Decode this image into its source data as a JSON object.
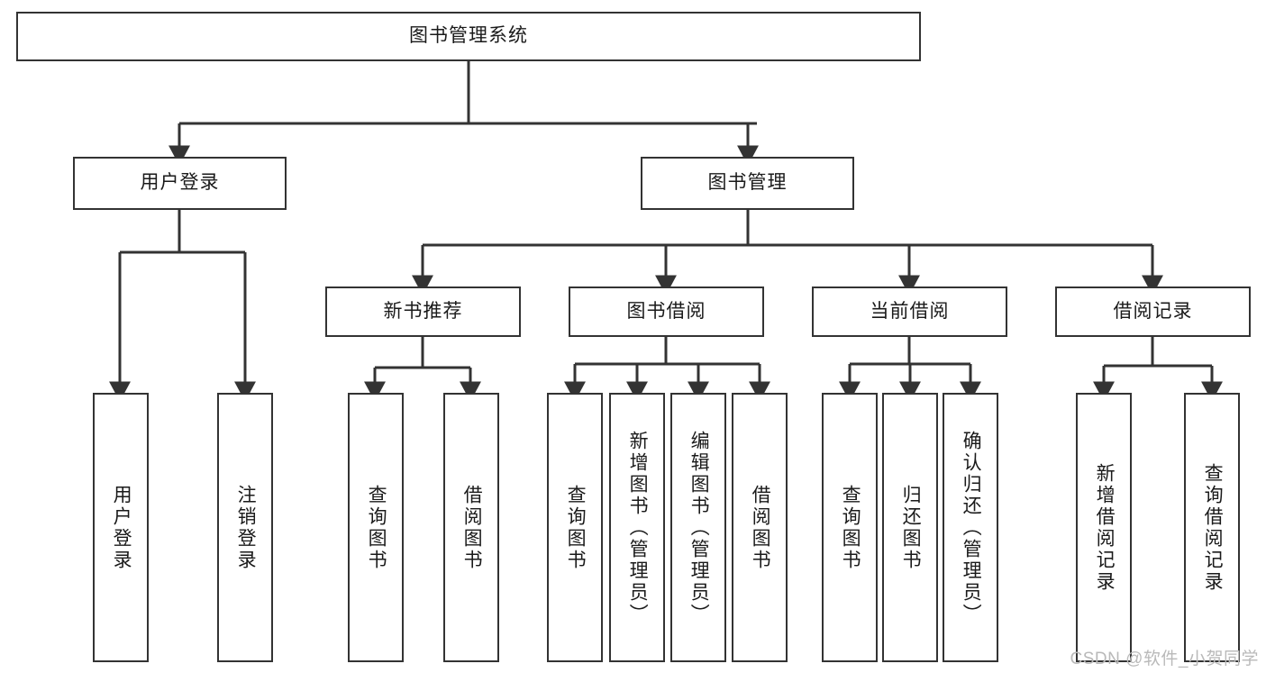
{
  "diagram": {
    "title": "图书管理系统",
    "type": "tree",
    "watermark": "CSDN @软件_小贺同学",
    "colors": {
      "stroke": "#333333",
      "fill": "#ffffff",
      "text": "#1a1a1a",
      "watermark": "#b9b9b9"
    },
    "nodes": {
      "root": {
        "label": "图书管理系统"
      },
      "level2": [
        {
          "id": "user-login",
          "label": "用户登录"
        },
        {
          "id": "book-management",
          "label": "图书管理"
        }
      ],
      "level3": [
        {
          "id": "new-book-recommend",
          "label": "新书推荐"
        },
        {
          "id": "book-borrow",
          "label": "图书借阅"
        },
        {
          "id": "current-borrow",
          "label": "当前借阅"
        },
        {
          "id": "borrow-record",
          "label": "借阅记录"
        }
      ],
      "leaves": {
        "user_login": [
          {
            "id": "leaf-user-login",
            "label": "用户登录"
          },
          {
            "id": "leaf-logout-login",
            "label": "注销登录"
          }
        ],
        "new_book_recommend": [
          {
            "id": "leaf-query-book-1",
            "label": "查询图书"
          },
          {
            "id": "leaf-borrow-book-1",
            "label": "借阅图书"
          }
        ],
        "book_borrow": [
          {
            "id": "leaf-query-book-2",
            "label": "查询图书"
          },
          {
            "id": "leaf-add-book",
            "label": "新增图书（管理员）"
          },
          {
            "id": "leaf-edit-book",
            "label": "编辑图书（管理员）"
          },
          {
            "id": "leaf-borrow-book-2",
            "label": "借阅图书"
          }
        ],
        "current_borrow": [
          {
            "id": "leaf-query-book-3",
            "label": "查询图书"
          },
          {
            "id": "leaf-return-book",
            "label": "归还图书"
          },
          {
            "id": "leaf-confirm-return",
            "label": "确认归还（管理员）"
          }
        ],
        "borrow_record": [
          {
            "id": "leaf-add-borrow-record",
            "label": "新增借阅记录"
          },
          {
            "id": "leaf-query-borrow-record",
            "label": "查询借阅记录"
          }
        ]
      }
    }
  }
}
